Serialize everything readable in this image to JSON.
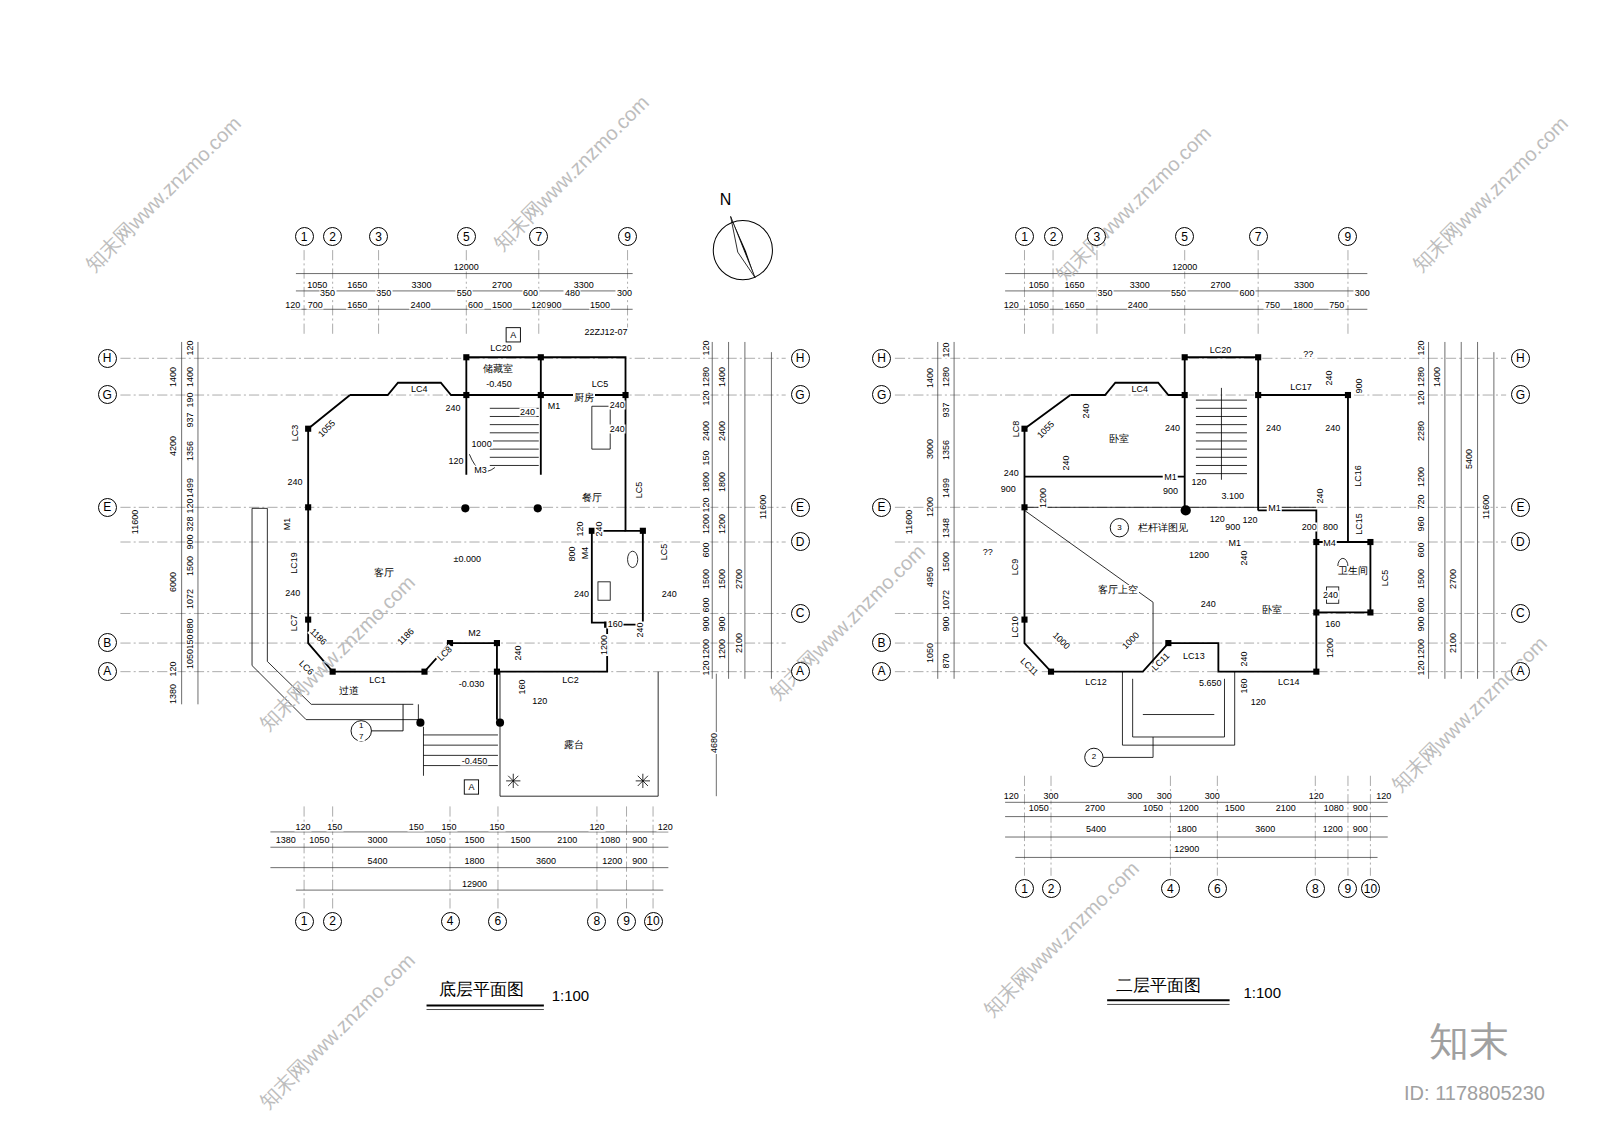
{
  "diagram": {
    "nodes": [
      {
        "text": [
          "1"
        ]
      },
      {
        "text": [
          "2"
        ]
      },
      {
        "text": [
          "3"
        ]
      },
      {
        "text": [
          "5"
        ]
      },
      {
        "text": [
          "7"
        ]
      },
      {
        "text": [
          "9"
        ]
      },
      {
        "text": [
          "H"
        ]
      },
      {
        "text": [
          "G"
        ]
      },
      {
        "text": [
          "E"
        ]
      },
      {
        "text": [
          "B"
        ]
      },
      {
        "text": [
          "A"
        ]
      },
      {
        "text": [
          "H"
        ]
      },
      {
        "text": [
          "G"
        ]
      },
      {
        "text": [
          "E"
        ]
      },
      {
        "text": [
          "D"
        ]
      },
      {
        "text": [
          "C"
        ]
      },
      {
        "text": [
          "A"
        ]
      },
      {
        "text": [
          "1"
        ]
      },
      {
        "text": [
          "2"
        ]
      },
      {
        "text": [
          "4"
        ]
      },
      {
        "text": [
          "6"
        ]
      },
      {
        "text": [
          "8"
        ]
      },
      {
        "text": [
          "9"
        ]
      },
      {
        "text": [
          "10"
        ]
      },
      {
        "text": [
          "1"
        ]
      },
      {
        "text": [
          "2"
        ]
      },
      {
        "text": [
          "3"
        ]
      },
      {
        "text": [
          "5"
        ]
      },
      {
        "text": [
          "7"
        ]
      },
      {
        "text": [
          "9"
        ]
      },
      {
        "text": [
          "H"
        ]
      },
      {
        "text": [
          "G"
        ]
      },
      {
        "text": [
          "E"
        ]
      },
      {
        "text": [
          "B"
        ]
      },
      {
        "text": [
          "A"
        ]
      },
      {
        "text": [
          "H"
        ]
      },
      {
        "text": [
          "G"
        ]
      },
      {
        "text": [
          "E"
        ]
      },
      {
        "text": [
          "D"
        ]
      },
      {
        "text": [
          "C"
        ]
      },
      {
        "text": [
          "A"
        ]
      },
      {
        "text": [
          "1"
        ]
      },
      {
        "text": [
          "2"
        ]
      },
      {
        "text": [
          "4"
        ]
      },
      {
        "text": [
          "6"
        ]
      },
      {
        "text": [
          "8"
        ]
      },
      {
        "text": [
          "9"
        ]
      },
      {
        "text": [
          "10"
        ]
      }
    ],
    "labels": [
      "12000",
      "1050",
      "1650",
      "3300",
      "2700",
      "3300",
      "120",
      "350",
      "700",
      "1650",
      "350",
      "2400",
      "550",
      "600",
      "1500",
      "600",
      "120",
      "900",
      "480",
      "1500",
      "300",
      "22ZJ12-07",
      "A",
      "LC20",
      "储藏室",
      "-0.450",
      "LC4",
      "LC5",
      "240",
      "M1",
      "240",
      "厨房",
      "240",
      "240",
      "LC3",
      "1055",
      "1000",
      "120",
      "M3",
      "240",
      "餐厅",
      "LC5",
      "M1",
      "±0.000",
      "客厅",
      "LC19",
      "240",
      "LC7",
      "1186",
      "1186",
      "M2",
      "LC6",
      "LC1",
      "LC8",
      "-0.030",
      "过道",
      "240",
      "160",
      "120",
      "LC2",
      "120",
      "240",
      "800",
      "M4",
      "240",
      "LC5",
      "240",
      "160",
      "1200",
      "240",
      "-0.450",
      "A",
      "露台",
      "1",
      "7",
      "11600",
      "1400",
      "4200",
      "6000",
      "120",
      "1380",
      "120",
      "1400",
      "190",
      "937",
      "1356",
      "1499",
      "120",
      "328",
      "900",
      "1500",
      "1072",
      "880",
      "150",
      "1050",
      "120",
      "1280",
      "120",
      "2400",
      "150",
      "1800",
      "120",
      "1200",
      "600",
      "1500",
      "600",
      "900",
      "1200",
      "120",
      "1400",
      "2400",
      "1800",
      "1200",
      "1500",
      "900",
      "1200",
      "2700",
      "2100",
      "11600",
      "4680",
      "120",
      "150",
      "150",
      "150",
      "150",
      "120",
      "120",
      "1380",
      "1050",
      "3000",
      "1050",
      "1500",
      "1500",
      "2100",
      "1080",
      "900",
      "5400",
      "1800",
      "3600",
      "1200",
      "900",
      "12900",
      "底层平面图",
      "1:100",
      "N",
      "12000",
      "1050",
      "1650",
      "3300",
      "2700",
      "3300",
      "120",
      "1050",
      "1650",
      "350",
      "2400",
      "550",
      "600",
      "750",
      "1800",
      "750",
      "300",
      "LC20",
      "??",
      "LC17",
      "240",
      "900",
      "LC4",
      "240",
      "LC8",
      "1055",
      "卧室",
      "240",
      "240",
      "240",
      "240",
      "900",
      "240",
      "M1",
      "900",
      "120",
      "1200",
      "LC16",
      "3.100",
      "M1",
      "240",
      "120",
      "900",
      "120",
      "200",
      "800",
      "LC15",
      "3",
      "栏杆详图见",
      "M1",
      "1200",
      "240",
      "M4",
      "??",
      "LC9",
      "卫生间",
      "LC5",
      "客厅上空",
      "240",
      "卧室",
      "240",
      "160",
      "1200",
      "LC10",
      "1000",
      "1000",
      "LC13",
      "LC11",
      "LC11",
      "240",
      "LC12",
      "5.650",
      "LC14",
      "160",
      "120",
      "2",
      "11600",
      "1400",
      "3000",
      "1200",
      "4950",
      "1050",
      "120",
      "1280",
      "937",
      "1356",
      "1499",
      "1348",
      "1500",
      "1072",
      "900",
      "870",
      "120",
      "1280",
      "120",
      "2280",
      "1200",
      "720",
      "960",
      "600",
      "1500",
      "600",
      "900",
      "1200",
      "120",
      "1400",
      "2700",
      "2100",
      "5400",
      "11600",
      "120",
      "300",
      "300",
      "300",
      "300",
      "120",
      "120",
      "1050",
      "2700",
      "1050",
      "1200",
      "1500",
      "2100",
      "1080",
      "900",
      "5400",
      "1800",
      "3600",
      "1200",
      "900",
      "12900",
      "二层平面图",
      "1:100",
      "知末网www.znzmo.com",
      "知末网www.znzmo.com",
      "知末网www.znzmo.com",
      "知末网www.znzmo.com",
      "知末网www.znzmo.com",
      "知末网www.znzmo.com",
      "知末网www.znzmo.com",
      "知末网www.znzmo.com",
      "知末网www.znzmo.com",
      "知末",
      "ID: 1178805230"
    ]
  }
}
